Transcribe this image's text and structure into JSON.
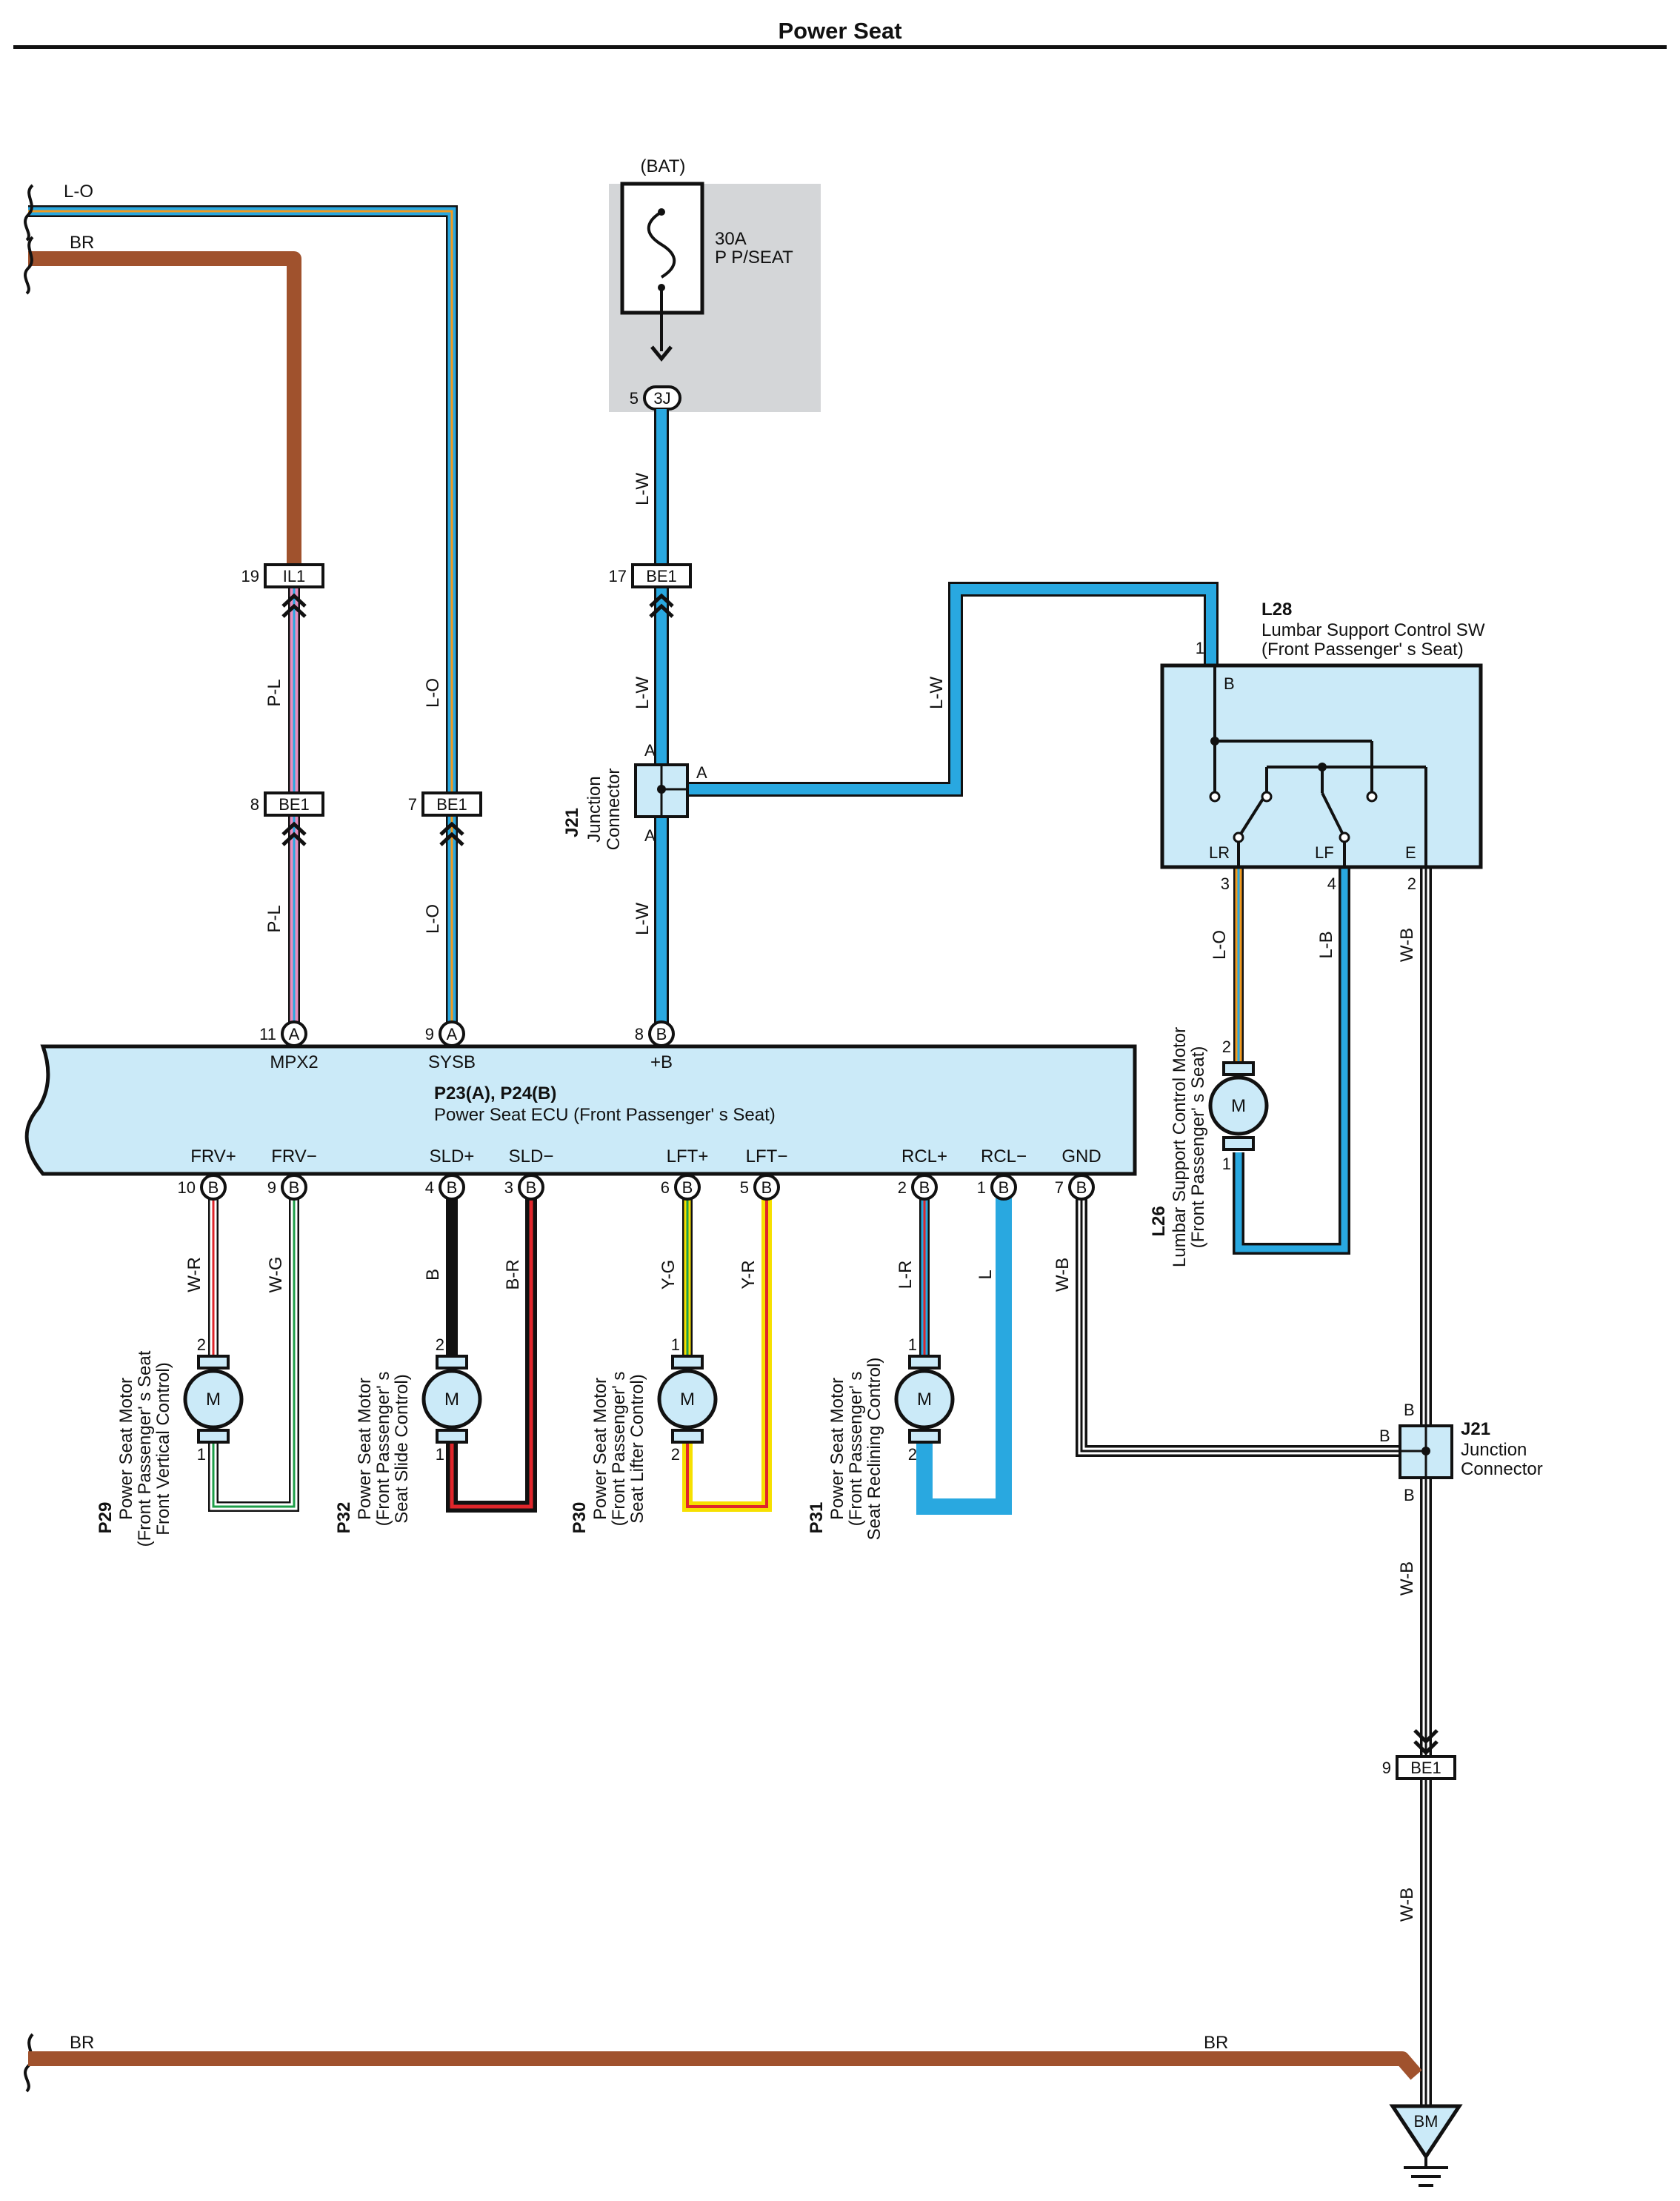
{
  "title": "Power Seat",
  "colors": {
    "brown": "#a0522d",
    "blue": "#29a8e0",
    "orange": "#f39a1e",
    "pink": "#e88fbf",
    "red": "#e0262b",
    "green": "#1e9e48",
    "yellow": "#f6e000",
    "black": "#111111",
    "panel": "#cbeaf8",
    "fuse_bg": "#d4d6d8"
  },
  "battery": {
    "label": "(BAT)",
    "fuse_rating": "30A",
    "fuse_name": "P P/SEAT",
    "pin": "5",
    "connector": "3J"
  },
  "wires": {
    "top_lo": "L-O",
    "top_br": "BR",
    "bottom_br_left": "BR",
    "bottom_br_right": "BR",
    "pl_upper": "P-L",
    "pl_lower": "P-L",
    "lo_upper": "L-O",
    "lo_lower": "L-O",
    "lw_top": "L-W",
    "lw_mid": "L-W",
    "lw_low": "L-W",
    "lw_branch": "L-W",
    "lumbar_lo": "L-O",
    "lumbar_lb": "L-B",
    "lumbar_wb": "W-B",
    "wr": "W-R",
    "wg": "W-G",
    "b": "B",
    "br": "B-R",
    "yg": "Y-G",
    "yr": "Y-R",
    "lr": "L-R",
    "l": "L",
    "gnd_wb": "W-B",
    "wb_lower1": "W-B",
    "wb_lower2": "W-B"
  },
  "connectors": {
    "il1": {
      "pin": "19",
      "name": "IL1"
    },
    "be1_17": {
      "pin": "17",
      "name": "BE1"
    },
    "be1_8": {
      "pin": "8",
      "name": "BE1"
    },
    "be1_7": {
      "pin": "7",
      "name": "BE1"
    },
    "be1_9": {
      "pin": "9",
      "name": "BE1"
    },
    "ground": "BM"
  },
  "junction_top": {
    "code": "J21",
    "line1": "Junction",
    "line2": "Connector",
    "pin_top": "A",
    "pin_right": "A",
    "pin_bottom": "A"
  },
  "junction_bottom": {
    "code": "J21",
    "line1": "Junction",
    "line2": "Connector",
    "pin_top": "B",
    "pin_left": "B",
    "pin_bottom": "B"
  },
  "ecu": {
    "code": "P23(A), P24(B)",
    "name": "Power Seat ECU (Front Passenger' s Seat)",
    "top_pins": [
      {
        "num": "11",
        "conn": "A",
        "label": "MPX2"
      },
      {
        "num": "9",
        "conn": "A",
        "label": "SYSB"
      },
      {
        "num": "8",
        "conn": "B",
        "label": "+B"
      }
    ],
    "bottom_pins": [
      {
        "num": "10",
        "conn": "B",
        "label": "FRV+"
      },
      {
        "num": "9",
        "conn": "B",
        "label": "FRV−"
      },
      {
        "num": "4",
        "conn": "B",
        "label": "SLD+"
      },
      {
        "num": "3",
        "conn": "B",
        "label": "SLD−"
      },
      {
        "num": "6",
        "conn": "B",
        "label": "LFT+"
      },
      {
        "num": "5",
        "conn": "B",
        "label": "LFT−"
      },
      {
        "num": "2",
        "conn": "B",
        "label": "RCL+"
      },
      {
        "num": "1",
        "conn": "B",
        "label": "RCL−"
      },
      {
        "num": "7",
        "conn": "B",
        "label": "GND"
      }
    ]
  },
  "lumbar_switch": {
    "code": "L28",
    "line1": "Lumbar Support Control SW",
    "line2": "(Front Passenger' s Seat)",
    "pin_b_num": "1",
    "pin_b": "B",
    "term_lr": "LR",
    "term_lf": "LF",
    "term_e": "E",
    "pin_lr": "3",
    "pin_lf": "4",
    "pin_e": "2"
  },
  "lumbar_motor": {
    "code": "L26",
    "line1": "Lumbar Support Control Motor",
    "line2": "(Front Passenger' s Seat)",
    "pin_top": "2",
    "pin_bottom": "1",
    "symbol": "M"
  },
  "motors": [
    {
      "code": "P29",
      "line1": "Power Seat Motor",
      "line2": "(Front Passenger' s Seat",
      "line3": "Front Vertical Control)",
      "pin_top": "2",
      "pin_bottom": "1",
      "symbol": "M"
    },
    {
      "code": "P32",
      "line1": "Power Seat Motor",
      "line2": "(Front Passenger' s",
      "line3": "Seat Slide Control)",
      "pin_top": "2",
      "pin_bottom": "1",
      "symbol": "M"
    },
    {
      "code": "P30",
      "line1": "Power Seat Motor",
      "line2": "(Front Passenger' s",
      "line3": "Seat Lifter Control)",
      "pin_top": "1",
      "pin_bottom": "2",
      "symbol": "M"
    },
    {
      "code": "P31",
      "line1": "Power Seat Motor",
      "line2": "(Front Passenger' s",
      "line3": "Seat Reclining Control)",
      "pin_top": "1",
      "pin_bottom": "2",
      "symbol": "M"
    }
  ]
}
